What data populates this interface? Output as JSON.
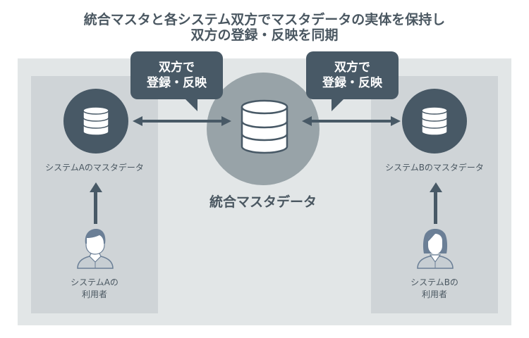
{
  "title": {
    "line1": "統合マスタと各システム双方でマスタデータの実体を保持し",
    "line2": "双方の登録・反映を同期"
  },
  "bubbles": [
    {
      "line1": "双方で",
      "line2": "登録・反映"
    },
    {
      "line1": "双方で",
      "line2": "登録・反映"
    }
  ],
  "center": {
    "label": "統合マスタデータ",
    "icon": "database-icon"
  },
  "systemA": {
    "master_label": "システムAのマスタデータ",
    "user_label_line1": "システムAの",
    "user_label_line2": "利用者",
    "user_icon": "male-user-icon"
  },
  "systemB": {
    "master_label": "システムBのマスタデータ",
    "user_label_line1": "システムBの",
    "user_label_line2": "利用者",
    "user_icon": "female-user-icon"
  },
  "colors": {
    "dark": "#485966",
    "center_circle": "#98a3a8",
    "outer_panel": "#e2e6e7",
    "inner_panel": "#cfd4d7",
    "user_icon": "#6b7f96"
  }
}
